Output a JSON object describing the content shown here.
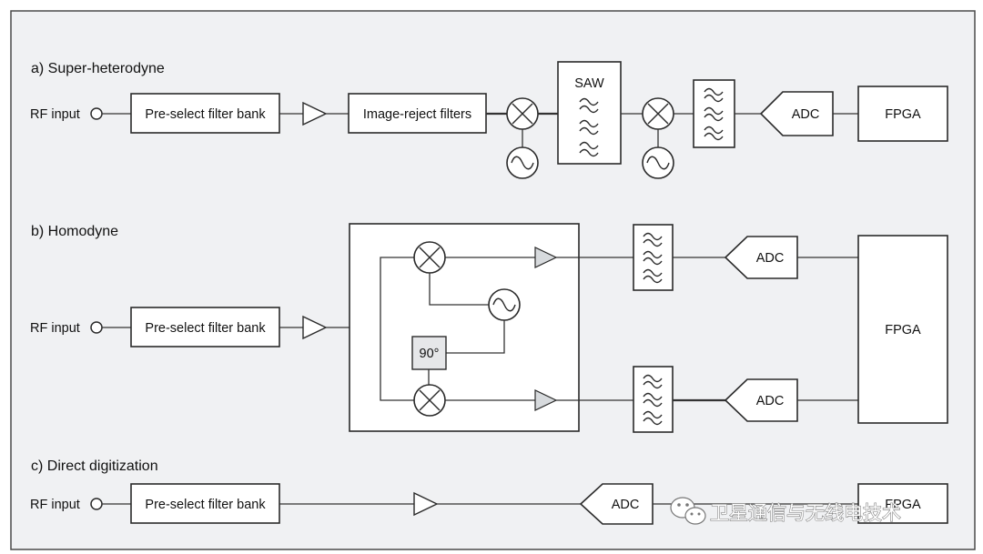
{
  "sections": {
    "a": "a) Super-heterodyne",
    "b": "b) Homodyne",
    "c": "c) Direct digitization"
  },
  "labels": {
    "rf_input": "RF input",
    "preselect": "Pre-select filter bank",
    "image_reject": "Image-reject filters",
    "saw": "SAW",
    "adc": "ADC",
    "fpga": "FPGA",
    "phase_shift": "90°"
  },
  "watermark": {
    "text": "卫星通信与无线电技术"
  },
  "icons": {
    "mixer": "mixer-cross-icon",
    "oscillator": "sine-oscillator-icon",
    "amplifier": "triangle-amplifier-icon",
    "filter": "bandpass-filter-icon",
    "watermark_logo": "wechat-logo-icon"
  }
}
